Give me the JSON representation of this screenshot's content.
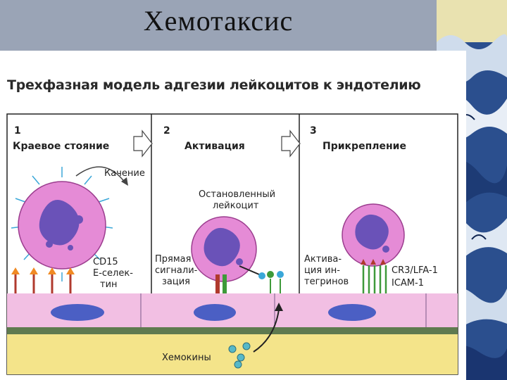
{
  "slide": {
    "title": "Хемотаксис"
  },
  "figure": {
    "title": "Трехфазная модель адгезии лейкоцитов к эндотелию",
    "panels": [
      {
        "number": "1",
        "title": "Краевое стояние"
      },
      {
        "number": "2",
        "title": "Активация"
      },
      {
        "number": "3",
        "title": "Прикрепление"
      }
    ],
    "labels": {
      "rolling": "Качение",
      "cd15": "CD15",
      "e_selectin_1": "E-селек-",
      "e_selectin_2": "тин",
      "stopped_1": "Остановленный",
      "stopped_2": "лейкоцит",
      "direct_1": "Прямая",
      "direct_2": "сигнали-",
      "direct_3": "зация",
      "activation_1": "Актива-",
      "activation_2": "ция ин-",
      "activation_3": "тегринов",
      "cr3": "CR3/LFA-1",
      "icam": "ICAM-1",
      "chemokines": "Хемокины"
    }
  },
  "colors": {
    "title_bar": "#9aa4b6",
    "endothelium": "#f2bfe3",
    "tissue": "#f4e48a",
    "cell_body": "#e58bd6",
    "nucleus": "#6a52b8",
    "membrane_band": "#5f7a4f"
  }
}
